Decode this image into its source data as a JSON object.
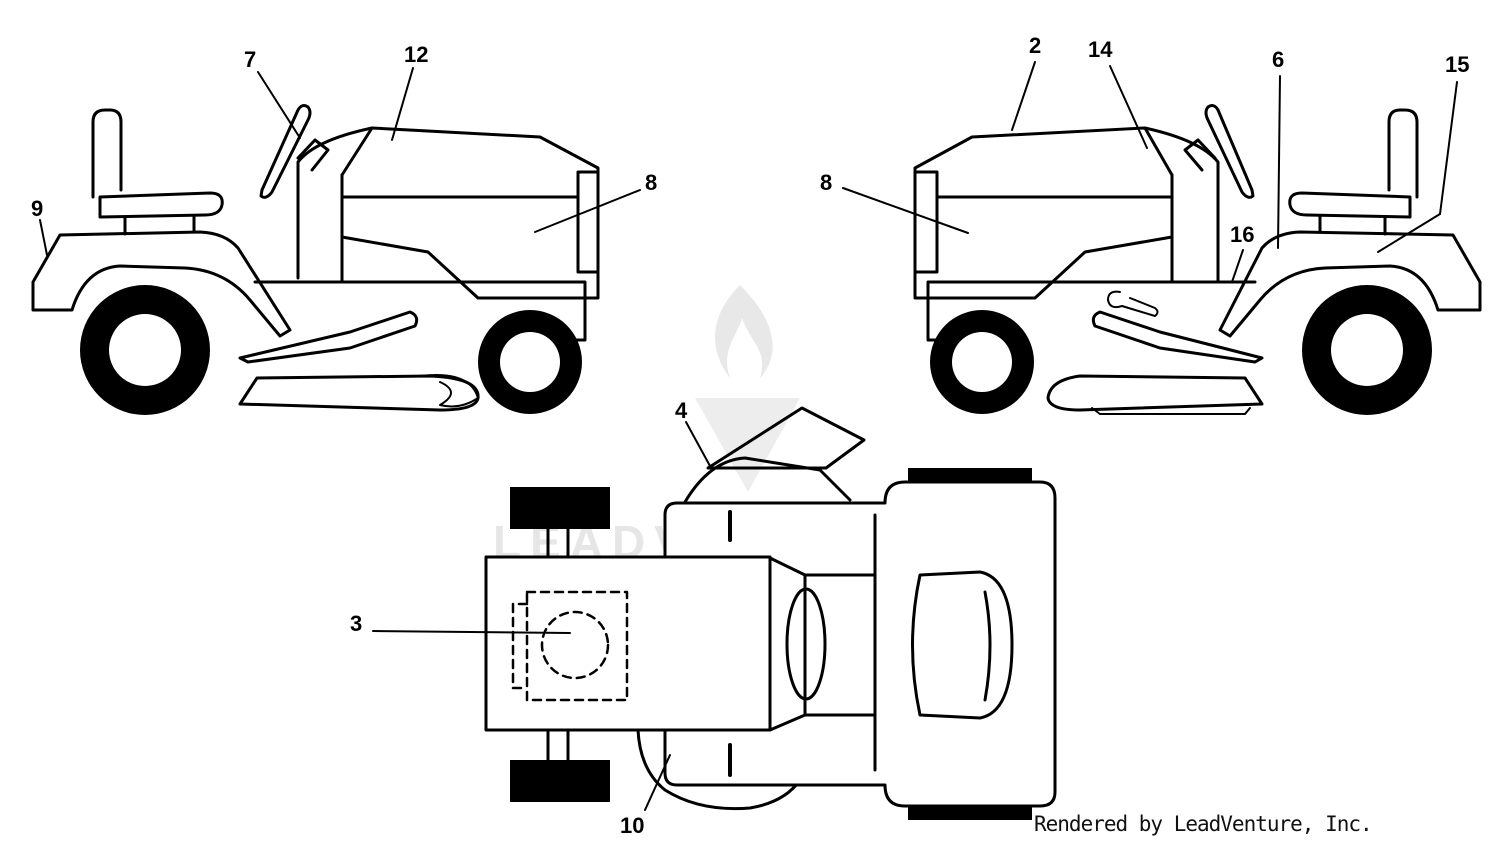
{
  "callouts": {
    "c2": "2",
    "c3": "3",
    "c4": "4",
    "c6": "6",
    "c7": "7",
    "c8a": "8",
    "c8b": "8",
    "c9": "9",
    "c10": "10",
    "c12": "12",
    "c14": "14",
    "c15": "15",
    "c16": "16"
  },
  "watermark": {
    "text": "LEADVENTURE"
  },
  "credit": "Rendered by LeadVenture, Inc.",
  "colors": {
    "line": "#000000",
    "watermark": "#e6e6e6"
  }
}
